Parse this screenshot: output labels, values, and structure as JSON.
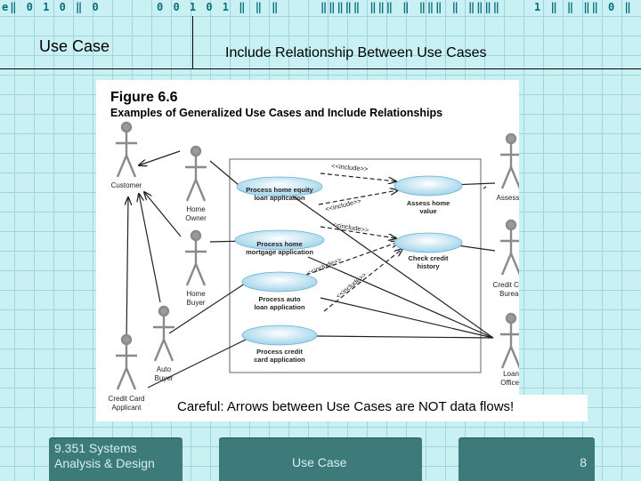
{
  "top_strip": {
    "segments": [
      "e‖ 0 1 0 ‖ 0",
      "0 0 1 0 1 ‖ ‖ ‖",
      "‖‖‖‖‖ ‖‖‖ ‖ ‖‖‖ ‖ ‖‖‖‖",
      "1 ‖ ‖ ‖‖ 0 ‖"
    ]
  },
  "header": {
    "left_title": "Use Case",
    "slide_title": "Include Relationship Between Use Cases"
  },
  "figure": {
    "number": "Figure 6.6",
    "title": "Examples of Generalized Use Cases and Include Relationships",
    "actors": {
      "customer": "Customer",
      "home_owner": [
        "Home",
        "Owner"
      ],
      "home_buyer": [
        "Home",
        "Buyer"
      ],
      "auto_buyer": [
        "Auto",
        "Buyer"
      ],
      "credit_card_applicant": [
        "Credit Card",
        "Applicant"
      ],
      "assessor": "Assessor",
      "credit_card_bureau": [
        "Credit Card",
        "Bureau"
      ],
      "loan_officer": [
        "Loan",
        "Officer"
      ]
    },
    "use_cases": {
      "home_equity": [
        "Process home equity",
        "loan application"
      ],
      "home_mortgage": [
        "Process home",
        "mortgage application"
      ],
      "auto_loan": [
        "Process auto",
        "loan application"
      ],
      "credit_card": [
        "Process credit",
        "card application"
      ],
      "assess_home_value": [
        "Assess home",
        "value"
      ],
      "check_credit_history": [
        "Check credit",
        "history"
      ]
    },
    "include_label": "<<include>>"
  },
  "caption": "Careful: Arrows between Use Cases are NOT data flows!",
  "footer": {
    "course": "9.351     Systems",
    "course_line2": "Analysis & Design",
    "center": "Use Case",
    "page": "8"
  }
}
